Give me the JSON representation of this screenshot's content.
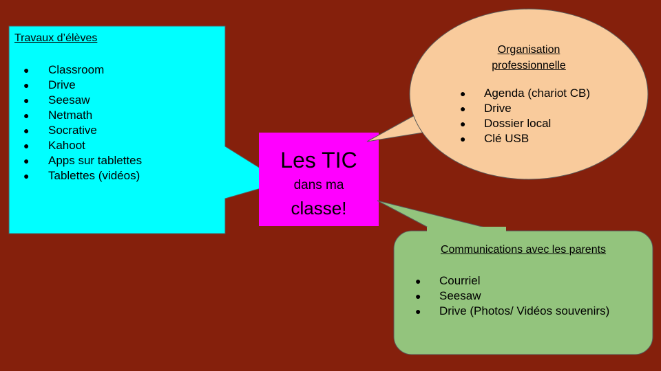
{
  "colors": {
    "background": "#85200c",
    "left_box": "#00ffff",
    "center_box": "#ff00ff",
    "org_bubble": "#f9cb9c",
    "comm_box": "#93c47d"
  },
  "bullet": "●",
  "center": {
    "line1": "Les TIC",
    "line2": "dans ma",
    "line3": "classe!"
  },
  "left_box": {
    "title": "Travaux d’élèves",
    "items": [
      "Classroom",
      "Drive",
      "Seesaw",
      "Netmath",
      "Socrative",
      "Kahoot",
      "Apps sur tablettes",
      "Tablettes (vidéos)"
    ]
  },
  "org_bubble": {
    "title": "Organisation professionnelle",
    "items": [
      "Agenda (chariot CB)",
      "Drive",
      "Dossier local",
      "Clé USB"
    ]
  },
  "comm_box": {
    "title": "Communications avec les parents",
    "items": [
      "Courriel",
      "Seesaw",
      "Drive (Photos/ Vidéos souvenirs)"
    ]
  }
}
